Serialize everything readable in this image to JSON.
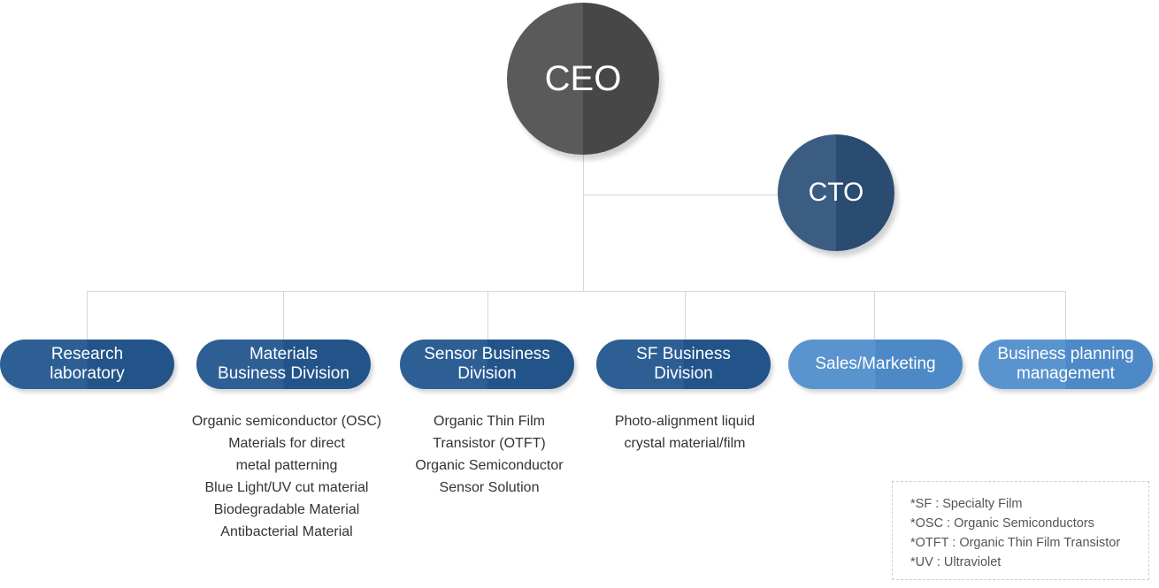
{
  "top": {
    "ceo_label": "CEO",
    "cto_label": "CTO"
  },
  "divisions": [
    {
      "line1": "Research",
      "line2": "laboratory",
      "tone": "dark"
    },
    {
      "line1": "Materials",
      "line2": "Business Division",
      "tone": "dark"
    },
    {
      "line1": "Sensor Business",
      "line2": "Division",
      "tone": "dark"
    },
    {
      "line1": "SF Business",
      "line2": "Division",
      "tone": "dark"
    },
    {
      "line1": "Sales/Marketing",
      "line2": "",
      "tone": "light"
    },
    {
      "line1": "Business planning",
      "line2": "management",
      "tone": "light"
    }
  ],
  "descriptions": {
    "materials": [
      "Organic semiconductor (OSC)",
      "Materials for direct",
      "metal patterning",
      "Blue Light/UV cut material",
      "Biodegradable Material",
      "Antibacterial Material"
    ],
    "sensor": [
      "Organic Thin Film",
      "Transistor (OTFT)",
      "Organic Semiconductor",
      "Sensor Solution"
    ],
    "sf": [
      "Photo-alignment liquid",
      "crystal material/film"
    ]
  },
  "legend": [
    "*SF : Specialty Film",
    "*OSC : Organic Semiconductors",
    "*OTFT : Organic Thin Film Transistor",
    "*UV :  Ultraviolet"
  ],
  "colors": {
    "ceo": "#4e4e4e",
    "cto": "#32557a",
    "division_dark": "#2a5a8f",
    "division_light": "#5490cb",
    "connector": "#d6d6d6"
  }
}
